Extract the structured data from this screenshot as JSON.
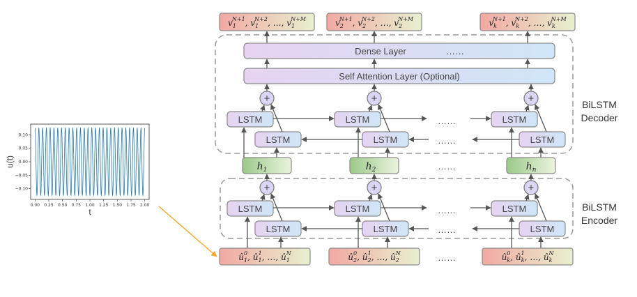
{
  "plot": {
    "ylabel": "u(t)",
    "xlabel": "t",
    "y_ticks": [
      "0.10",
      "0.05",
      "0.00",
      "−0.05",
      "−0.10"
    ],
    "x_ticks": [
      "0.00",
      "0.25",
      "0.50",
      "0.75",
      "1.00",
      "1.25",
      "1.50",
      "1.75",
      "2.00"
    ]
  },
  "decoder": {
    "dense_label": "Dense Layer",
    "dense_ellipsis": "……",
    "attention_label": "Self Attention Layer (Optional)",
    "lstm_label": "LSTM",
    "section_label_line1": "BiLSTM",
    "section_label_line2": "Decoder",
    "outputs": [
      {
        "base": "v",
        "sub": "1"
      },
      {
        "base": "v",
        "sub": "2"
      },
      {
        "base": "v",
        "sub": "k"
      }
    ],
    "output_sup_start": "N+1",
    "output_sup_next": "N+2",
    "output_sup_end": "N+M"
  },
  "hidden": {
    "states": [
      {
        "base": "h",
        "sub": "1"
      },
      {
        "base": "h",
        "sub": "2"
      },
      {
        "base": "h",
        "sub": "n"
      }
    ],
    "ellipsis": "……"
  },
  "encoder": {
    "lstm_label": "LSTM",
    "section_label_line1": "BiLSTM",
    "section_label_line2": "Encoder",
    "inputs": [
      {
        "base": "û",
        "sub": "1"
      },
      {
        "base": "û",
        "sub": "2"
      },
      {
        "base": "û",
        "sub": "k"
      }
    ],
    "input_sup_start": "0",
    "input_sup_next": "1",
    "input_sup_end": "N"
  },
  "ellipsis": "……",
  "plus_symbol": "+",
  "colors": {
    "red_start": "#f2a9a3",
    "green_end": "#e8f0d0",
    "purple": "#e6d3f2",
    "blue": "#cfe6f7",
    "hidden_green_light": "#e6f2d8",
    "hidden_green_dark": "#9cc98a",
    "box_border": "#8a8a8a",
    "arrow": "#555555",
    "dashed": "#999999",
    "signal": "#1f77b4",
    "connector": "#f5a623"
  }
}
